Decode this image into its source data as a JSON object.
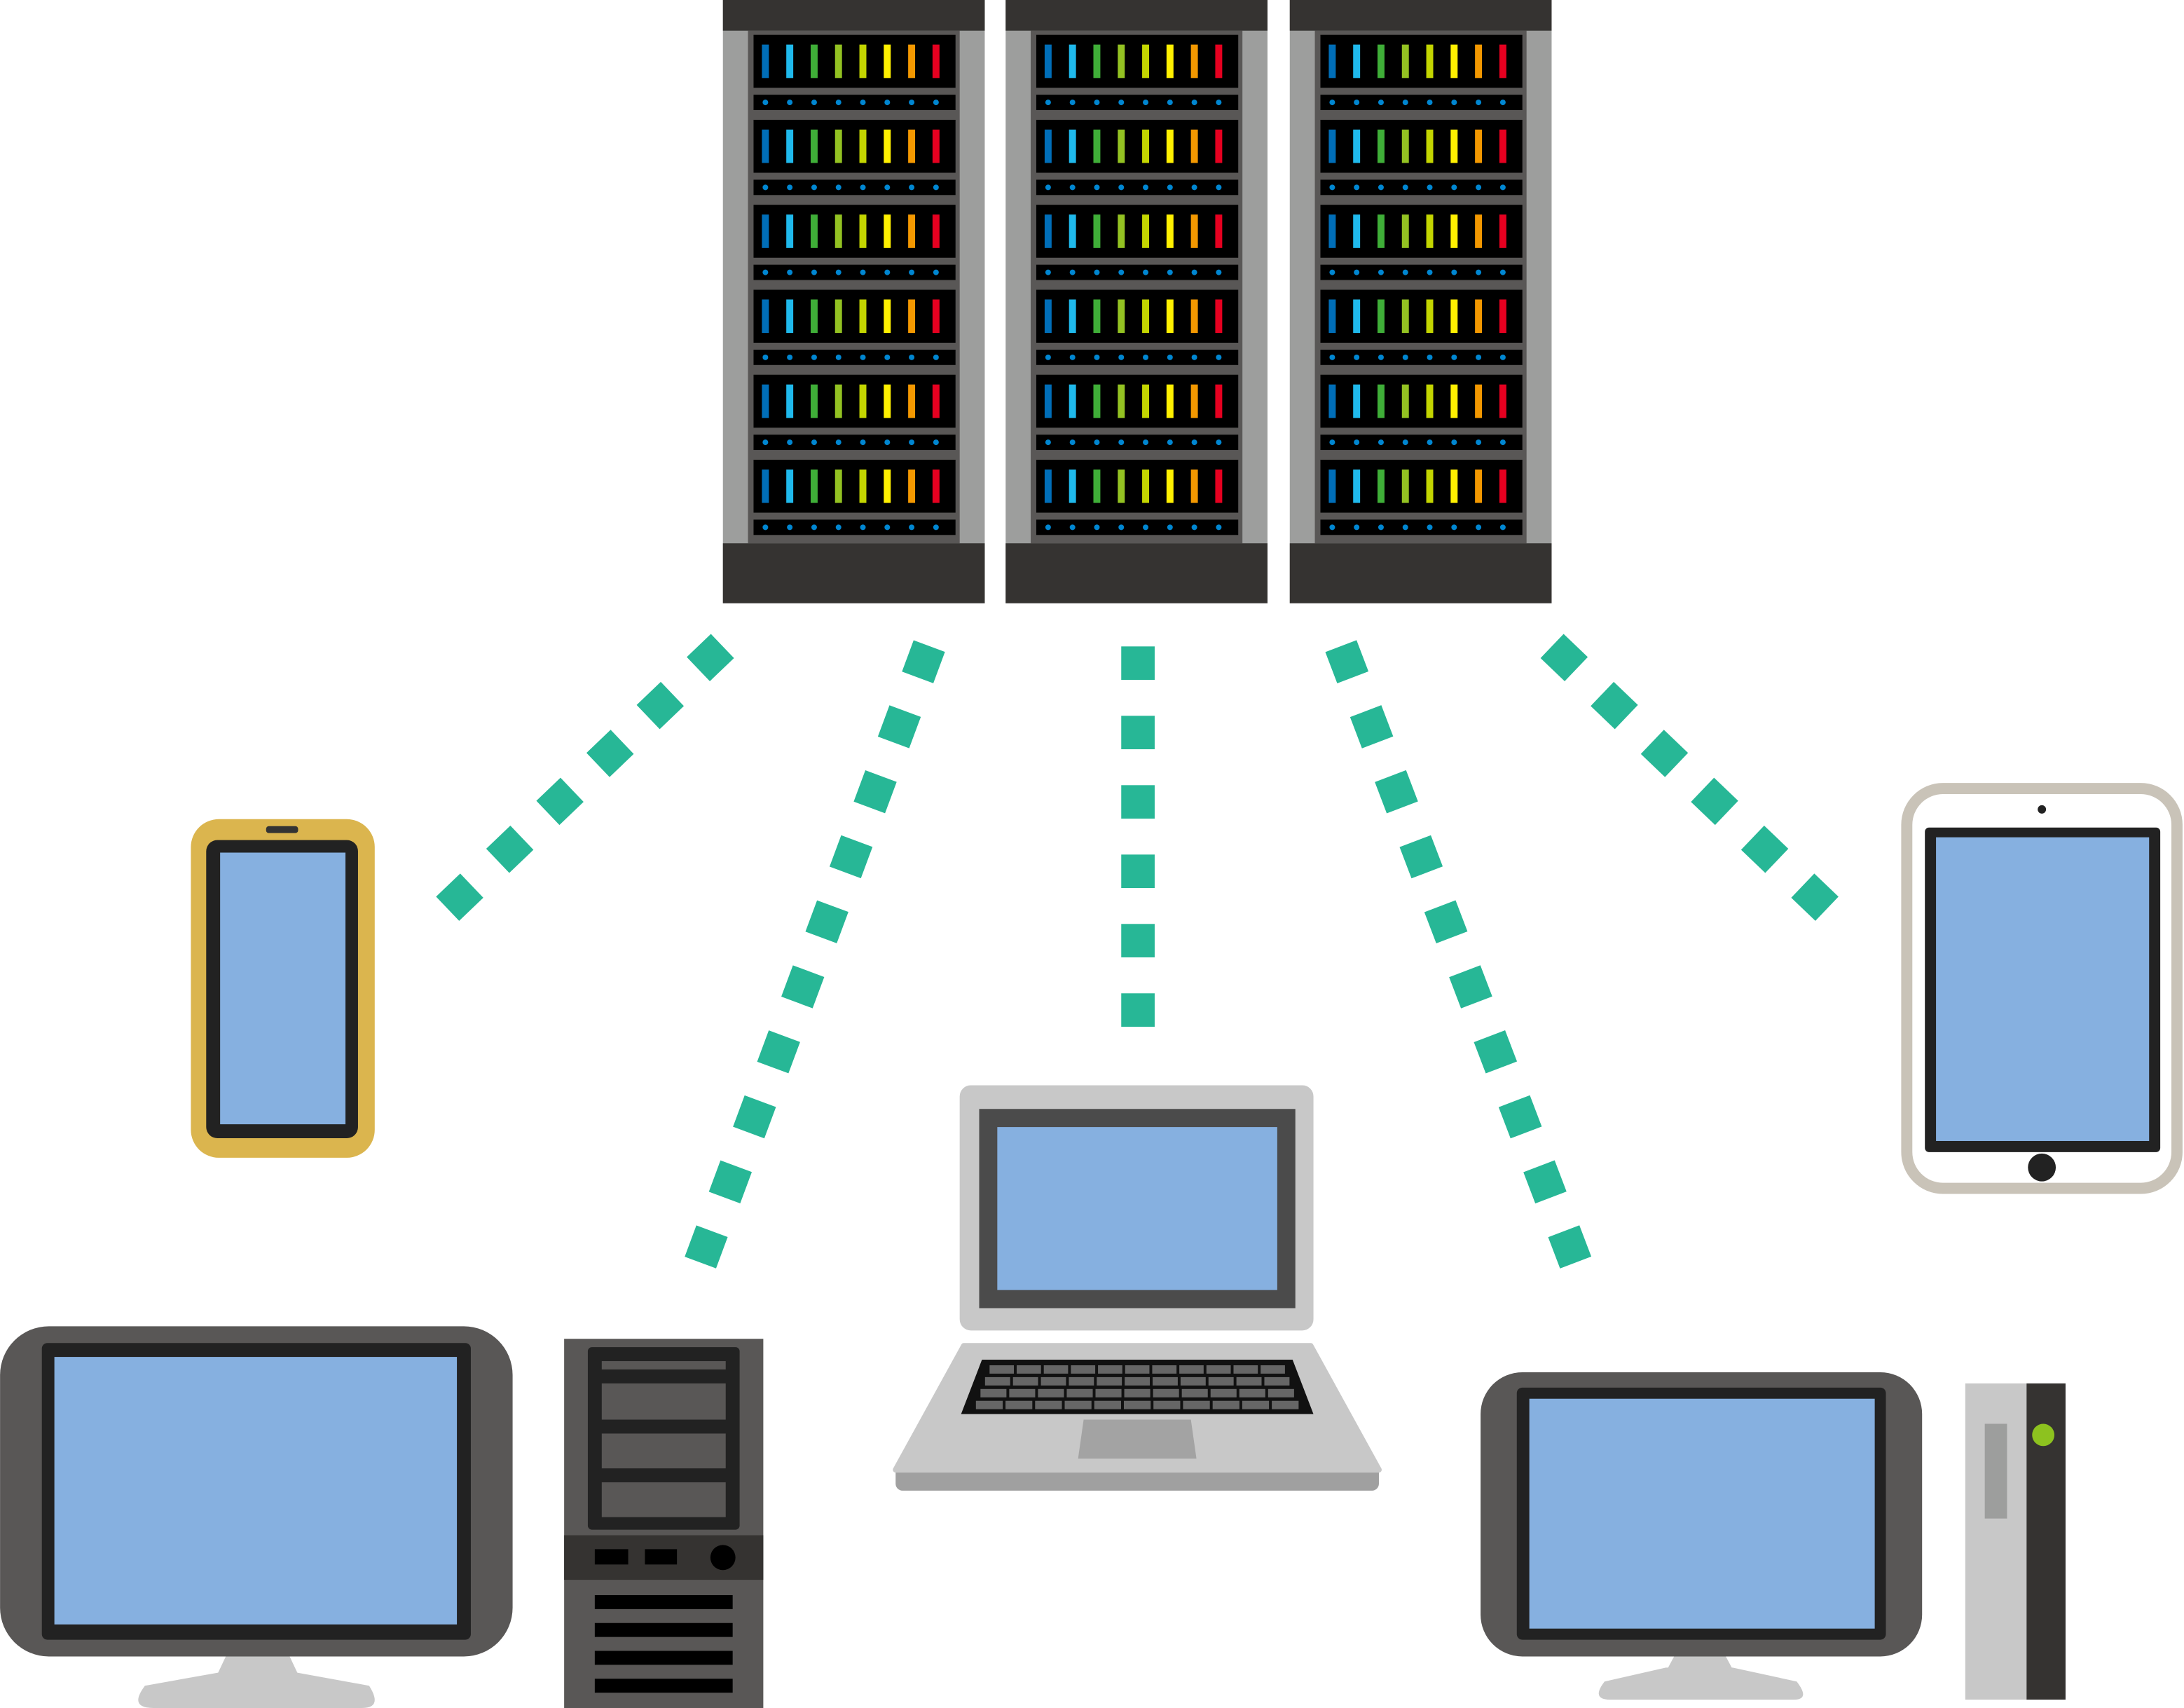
{
  "colors": {
    "background": "#ffffff",
    "rack_dark": "#353331",
    "rack_side": "#9d9e9d",
    "rack_inner": "#595756",
    "panel": "#000000",
    "port_dot": "#0086d1",
    "led_colors": [
      "#006eb8",
      "#1fb9ec",
      "#3fae38",
      "#93c222",
      "#c3d500",
      "#fff000",
      "#f39800",
      "#e60020"
    ],
    "link": "#27b796",
    "screen": "#86b0e0",
    "phone_body": "#dbb54e",
    "tablet_frame": "#c9c3b8",
    "device_dark": "#595756",
    "device_black": "#222222",
    "device_light": "#c8c8c8",
    "device_mid": "#a3a3a3",
    "power_led": "#8dc21f"
  },
  "racks": {
    "count": 3,
    "units_per_rack": 6,
    "leds_per_unit": 8
  },
  "links": [
    {
      "target": "smartphone",
      "squares": 6
    },
    {
      "target": "desktop-tower",
      "squares": 10
    },
    {
      "target": "laptop",
      "squares": 6
    },
    {
      "target": "slim-desktop",
      "squares": 10
    },
    {
      "target": "tablet",
      "squares": 6
    }
  ]
}
